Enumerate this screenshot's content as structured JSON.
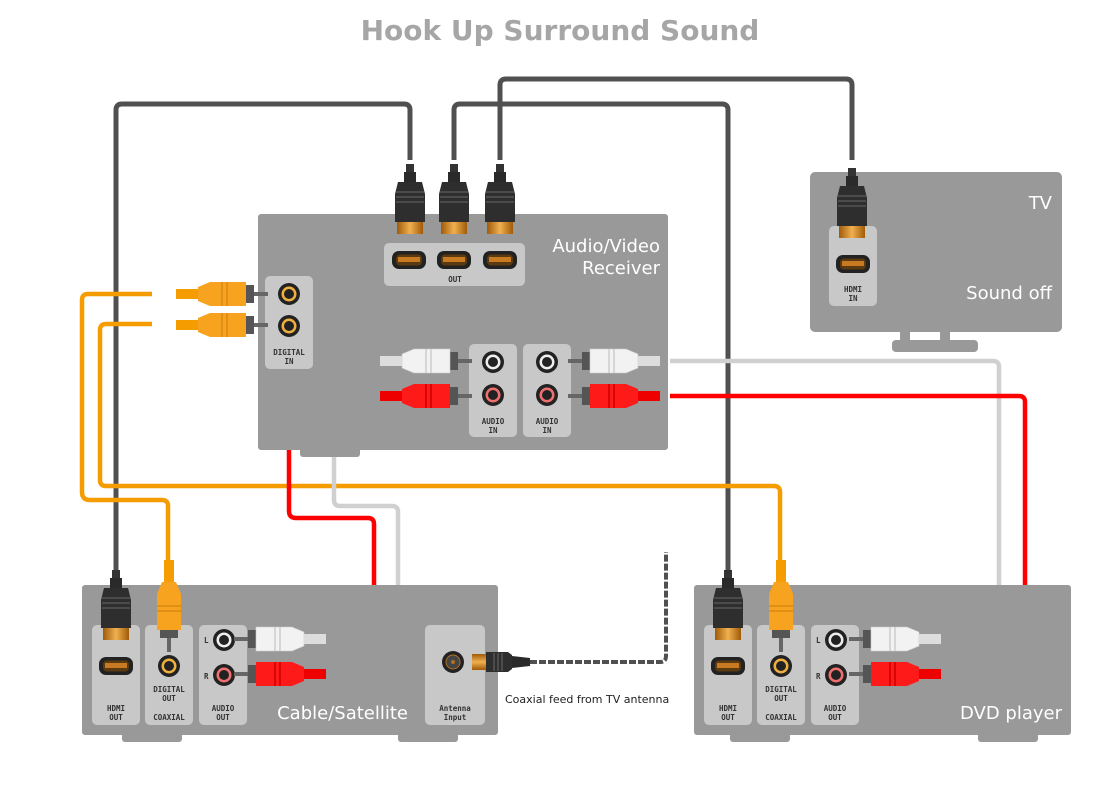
{
  "title": "Hook Up Surround Sound",
  "colors": {
    "device_body": "#999999",
    "port_panel": "#c8c8c8",
    "hdmi_cable": "#505050",
    "coax_cable": "#f59d00",
    "audio_left_cable": "#d0d0d0",
    "audio_right_cable": "#ff0000",
    "title_text": "#a6a6a6",
    "connector_gold": "#d4881c"
  },
  "devices": {
    "receiver": {
      "name_line1": "Audio/Video",
      "name_line2": "Receiver",
      "ports": {
        "hdmi_out": "OUT",
        "digital_in_1": "DIGITAL",
        "digital_in_2": "IN",
        "audio_in_a_1": "AUDIO",
        "audio_in_a_2": "IN",
        "audio_in_b_1": "AUDIO",
        "audio_in_b_2": "IN"
      }
    },
    "tv": {
      "name": "TV",
      "status": "Sound off",
      "ports": {
        "hdmi_in_1": "HDMI",
        "hdmi_in_2": "IN"
      }
    },
    "cable_satellite": {
      "name": "Cable/Satellite",
      "ports": {
        "hdmi_out_1": "HDMI",
        "hdmi_out_2": "OUT",
        "digital_out_1": "DIGITAL",
        "digital_out_2": "OUT",
        "coaxial": "COAXIAL",
        "audio_out_1": "AUDIO",
        "audio_out_2": "OUT",
        "left": "L",
        "right": "R",
        "antenna_1": "Antenna",
        "antenna_2": "Input"
      }
    },
    "dvd_player": {
      "name": "DVD player",
      "ports": {
        "hdmi_out_1": "HDMI",
        "hdmi_out_2": "OUT",
        "digital_out_1": "DIGITAL",
        "digital_out_2": "OUT",
        "coaxial": "COAXIAL",
        "audio_out_1": "AUDIO",
        "audio_out_2": "OUT",
        "left": "L",
        "right": "R"
      }
    }
  },
  "annotations": {
    "antenna_feed": "Coaxial feed from TV antenna"
  },
  "connections": [
    {
      "from": "Cable/Satellite HDMI OUT",
      "to": "Audio/Video Receiver HDMI",
      "type": "hdmi"
    },
    {
      "from": "DVD player HDMI OUT",
      "to": "Audio/Video Receiver HDMI",
      "type": "hdmi"
    },
    {
      "from": "Audio/Video Receiver HDMI OUT",
      "to": "TV HDMI IN",
      "type": "hdmi"
    },
    {
      "from": "Cable/Satellite DIGITAL OUT",
      "to": "Audio/Video Receiver DIGITAL IN",
      "type": "coaxial"
    },
    {
      "from": "DVD player DIGITAL OUT",
      "to": "Audio/Video Receiver DIGITAL IN",
      "type": "coaxial"
    },
    {
      "from": "Cable/Satellite AUDIO OUT L",
      "to": "Audio/Video Receiver AUDIO IN",
      "type": "audio-left"
    },
    {
      "from": "Cable/Satellite AUDIO OUT R",
      "to": "Audio/Video Receiver AUDIO IN",
      "type": "audio-right"
    },
    {
      "from": "DVD player AUDIO OUT L",
      "to": "Audio/Video Receiver AUDIO IN",
      "type": "audio-left"
    },
    {
      "from": "DVD player AUDIO OUT R",
      "to": "Audio/Video Receiver AUDIO IN",
      "type": "audio-right"
    },
    {
      "from": "TV antenna",
      "to": "Cable/Satellite Antenna Input",
      "type": "antenna-coax"
    }
  ]
}
